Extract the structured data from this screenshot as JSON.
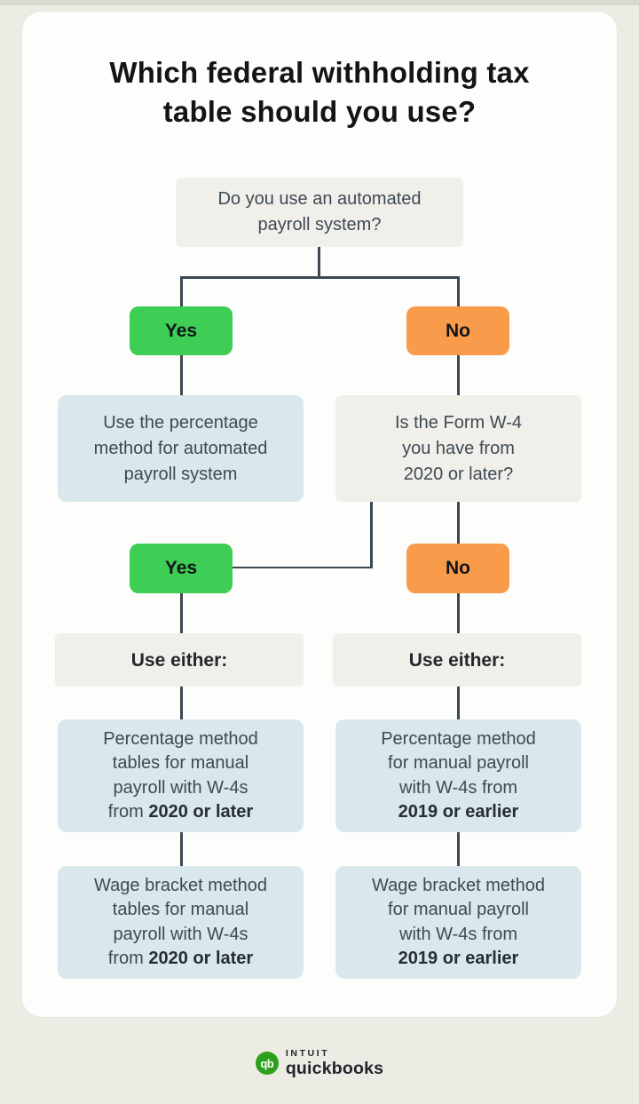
{
  "page": {
    "title": "Which federal withholding tax\ntable should you use?"
  },
  "flowchart": {
    "q_automated": {
      "text": "Do you use an automated\npayroll system?"
    },
    "yes1": {
      "label": "Yes"
    },
    "no1": {
      "label": "No"
    },
    "percentage_automated": {
      "text": "Use the percentage\nmethod for automated\npayroll system"
    },
    "q_w4_year": {
      "text": "Is the Form W-4\nyou have from\n2020 or later?"
    },
    "yes2": {
      "label": "Yes"
    },
    "no2": {
      "label": "No"
    },
    "use_either_left": {
      "text": "Use either:"
    },
    "use_either_right": {
      "text": "Use either:"
    },
    "result_percentage_2020": {
      "text": "Percentage method\ntables for manual\npayroll with W-4s\nfrom ",
      "bold": "2020 or later"
    },
    "result_percentage_2019": {
      "text": "Percentage method\nfor manual payroll\nwith W-4s from\n",
      "bold": "2019 or earlier"
    },
    "result_wage_bracket_2020": {
      "text": "Wage bracket method\ntables for manual\npayroll with W-4s\nfrom ",
      "bold": "2020 or later"
    },
    "result_wage_bracket_2019": {
      "text": "Wage bracket method\nfor manual payroll\nwith W-4s from\n",
      "bold": "2019 or earlier"
    }
  },
  "footer": {
    "logo_mark": "qb",
    "brand_top": "INTUIT",
    "brand_bottom": "quickbooks"
  },
  "colors": {
    "background": "#edece4",
    "card": "#fdfdfb",
    "gray_box": "#f0efea",
    "blue_box": "#d8e8ed",
    "yes_green": "#3ecd55",
    "no_orange": "#f89b4b",
    "connector": "#3d4854",
    "quickbooks_green": "#2ca01c"
  }
}
